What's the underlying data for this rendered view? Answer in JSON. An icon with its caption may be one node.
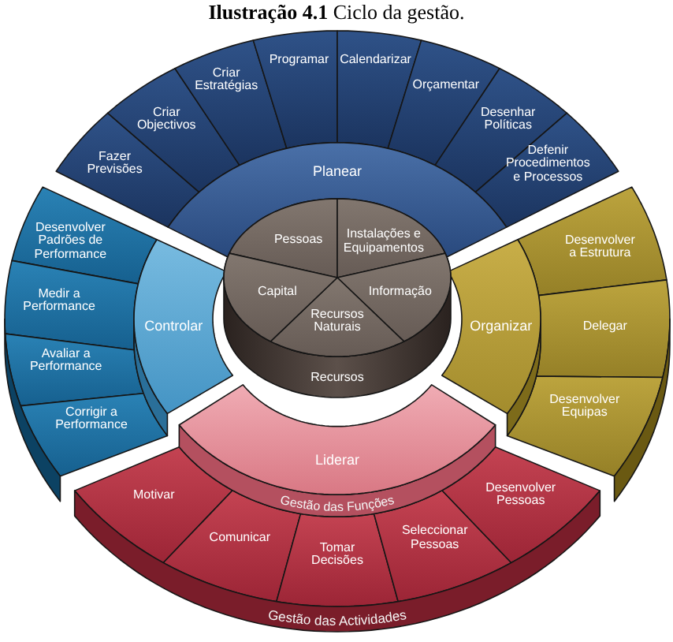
{
  "diagram": {
    "title": "**Ilustração 4.1** Ciclo da gestão.",
    "nodes": [
      {
        "text": [
          "Planear"
        ]
      },
      {
        "text": [
          "Fazer Previsões"
        ]
      },
      {
        "text": [
          "Criar Objectivos"
        ]
      },
      {
        "text": [
          "Criar Estratégias"
        ]
      },
      {
        "text": [
          "Programar"
        ]
      },
      {
        "text": [
          "Calendarizar"
        ]
      },
      {
        "text": [
          "Orçamentar"
        ]
      },
      {
        "text": [
          "Desenhar Políticas"
        ]
      },
      {
        "text": [
          "Defenir Procedimentos e Processos"
        ]
      },
      {
        "text": [
          "Organizar"
        ]
      },
      {
        "text": [
          "Desenvolver a Estrutura"
        ]
      },
      {
        "text": [
          "Delegar"
        ]
      },
      {
        "text": [
          "Desenvolver Equipas"
        ]
      },
      {
        "text": [
          "Liderar"
        ]
      },
      {
        "text": [
          "Motivar"
        ]
      },
      {
        "text": [
          "Comunicar"
        ]
      },
      {
        "text": [
          "Tomar Decisões"
        ]
      },
      {
        "text": [
          "Seleccionar Pessoas"
        ]
      },
      {
        "text": [
          "Desenvolver Pessoas"
        ]
      },
      {
        "text": [
          "Controlar"
        ]
      },
      {
        "text": [
          "Desenvolver Padrões de Performance"
        ]
      },
      {
        "text": [
          "Medir a Performance"
        ]
      },
      {
        "text": [
          "Avaliar a Performance"
        ]
      },
      {
        "text": [
          "Corrigir a Performance"
        ]
      },
      {
        "text": [
          "Recursos"
        ]
      },
      {
        "text": [
          "Pessoas"
        ],
        "in": 24
      },
      {
        "text": [
          "Instalações e Equipamentos"
        ],
        "in": 24
      },
      {
        "text": [
          "Informação"
        ],
        "in": 24
      },
      {
        "text": [
          "Recursos Naturais"
        ],
        "in": 24
      },
      {
        "text": [
          "Capital"
        ],
        "in": 24
      },
      {
        "text": [
          "Gestão das Funções"
        ]
      },
      {
        "text": [
          "Gestão das Actividades"
        ]
      },
      {
        "text": [],
        "shape": "band"
      },
      {
        "text": [],
        "shape": "band"
      },
      {
        "text": [],
        "shape": "band"
      },
      {
        "text": [],
        "shape": "band"
      }
    ]
  }
}
